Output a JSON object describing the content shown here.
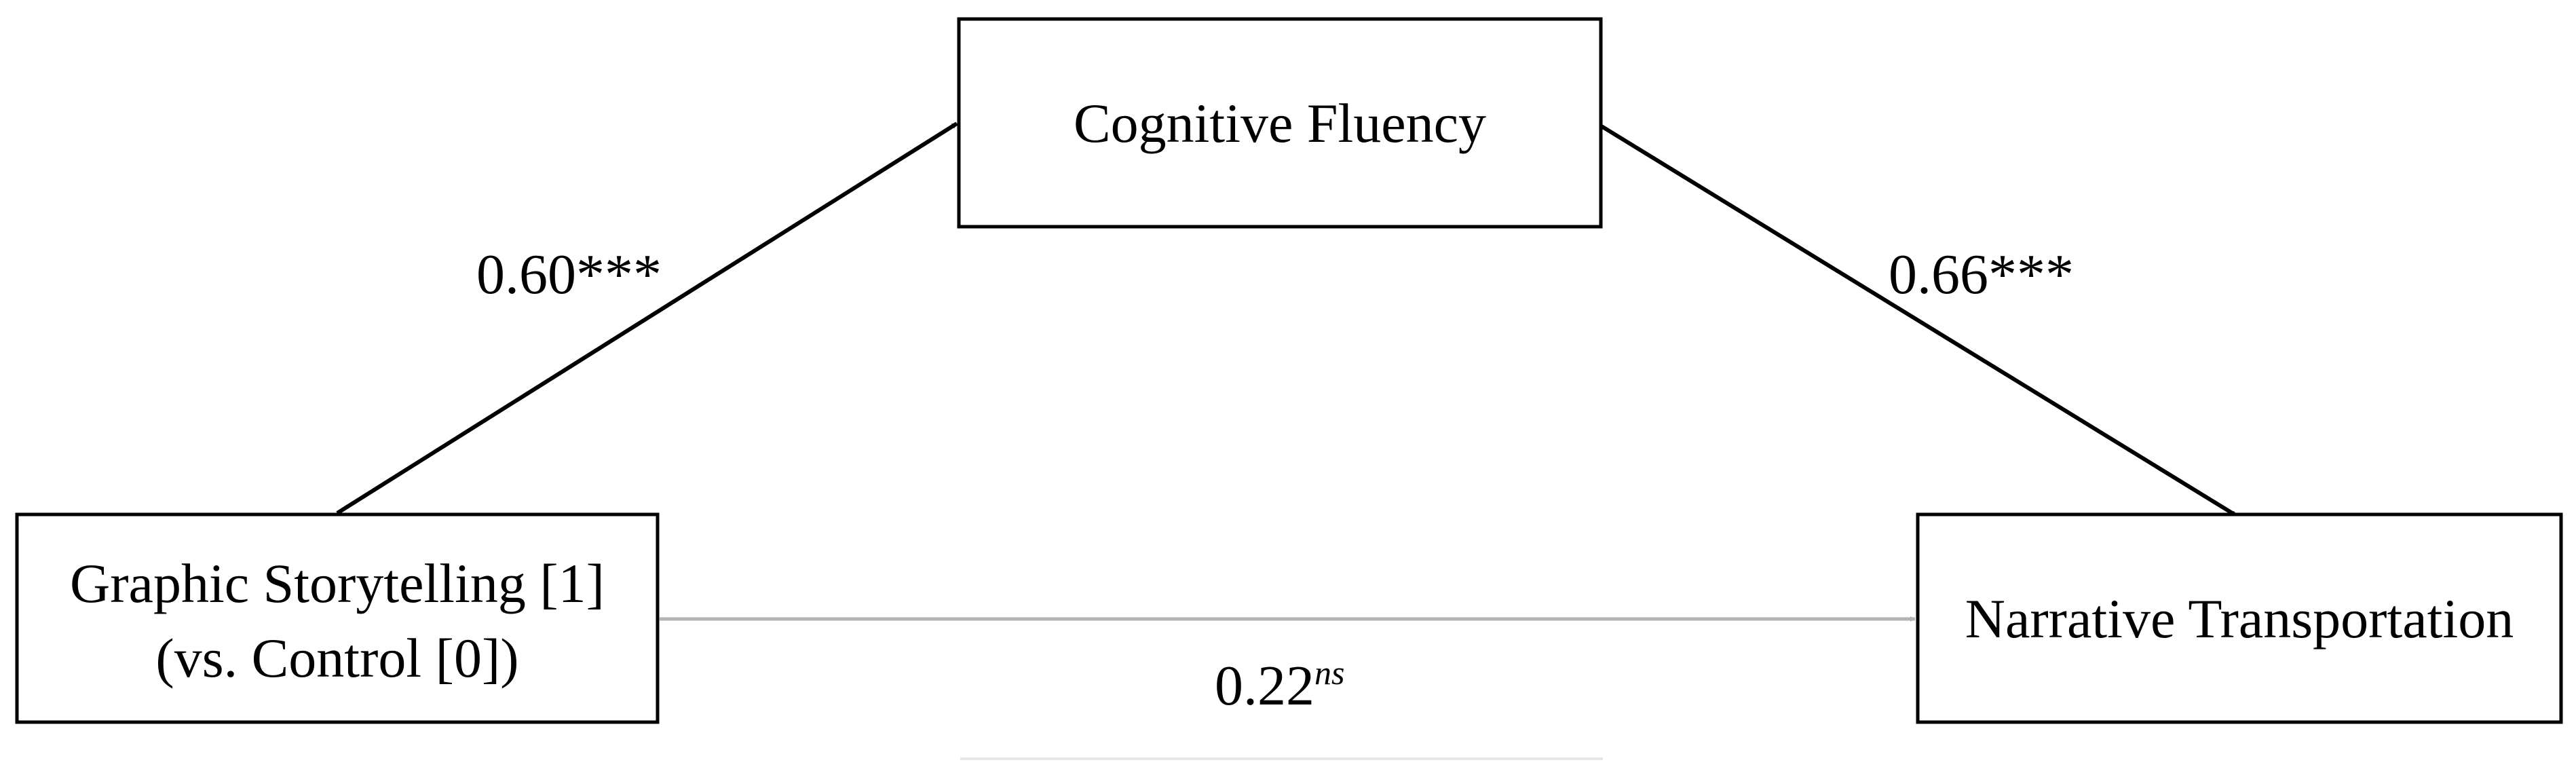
{
  "nodes": {
    "mediator": {
      "label": "Cognitive Fluency"
    },
    "predictor": {
      "line1": "Graphic Storytelling [1]",
      "line2": "(vs. Control [0])"
    },
    "outcome": {
      "label": "Narrative Transportation"
    }
  },
  "paths": {
    "a": {
      "coefficient": "0.60***"
    },
    "b": {
      "coefficient": "0.66***"
    },
    "c_prime": {
      "coefficient": "0.22",
      "significance": "ns"
    }
  },
  "colors": {
    "significant_path": "#000000",
    "nonsignificant_path": "#b3b3b3",
    "box_border": "#000000"
  }
}
